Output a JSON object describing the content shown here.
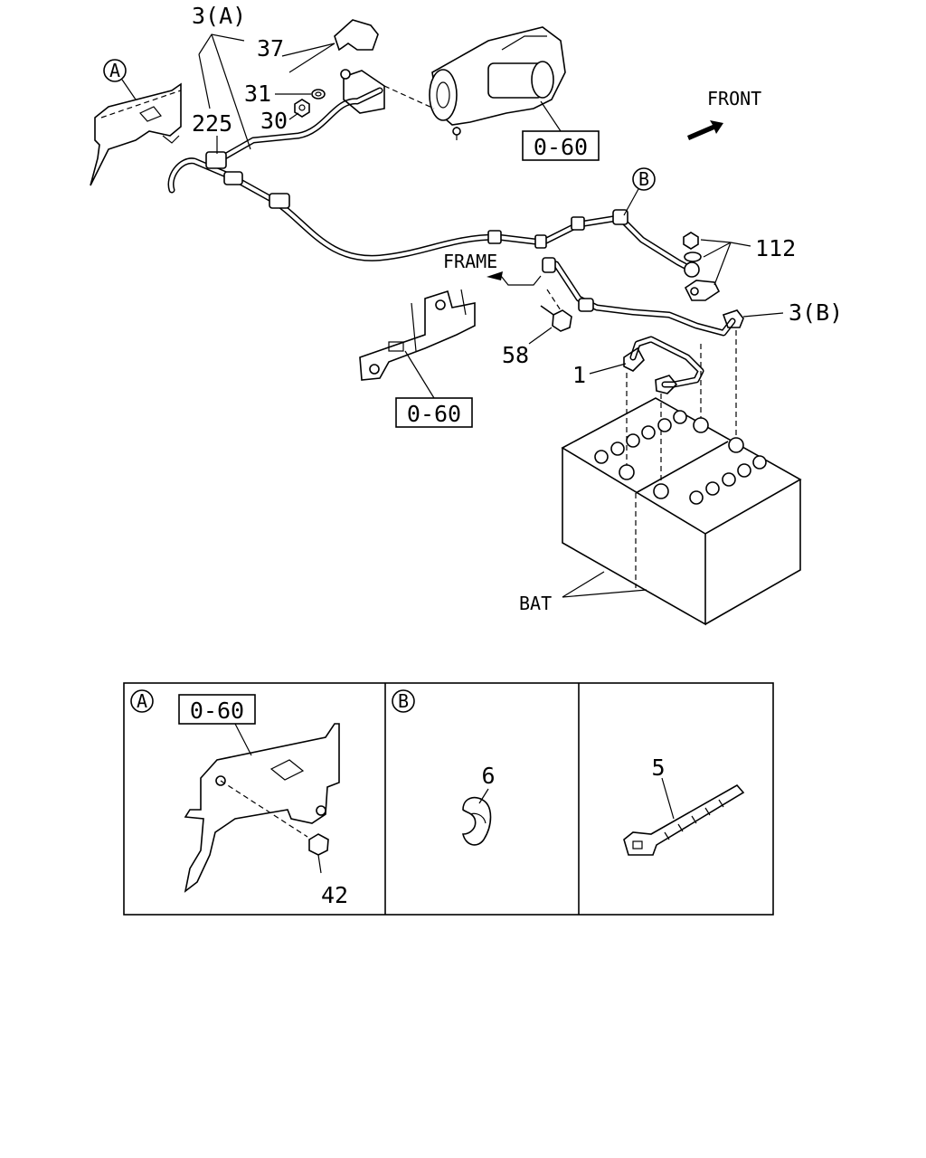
{
  "callouts": {
    "p3a": "3(A)",
    "p37": "37",
    "p31": "31",
    "p30": "30",
    "p225": "225",
    "p112": "112",
    "p3b": "3(B)",
    "p58": "58",
    "p1": "1",
    "bat": "BAT"
  },
  "refs": {
    "starter_ref": "0-60",
    "frame_bracket_ref": "0-60",
    "detail_a_ref": "0-60"
  },
  "directions": {
    "front": "FRONT",
    "frame": "FRAME"
  },
  "markers": {
    "a": "A",
    "b": "B"
  },
  "detail_panels": {
    "a": {
      "marker": "A",
      "ref": "0-60",
      "part": "42"
    },
    "b": {
      "marker": "B",
      "part": "6"
    },
    "c": {
      "part": "5"
    }
  }
}
